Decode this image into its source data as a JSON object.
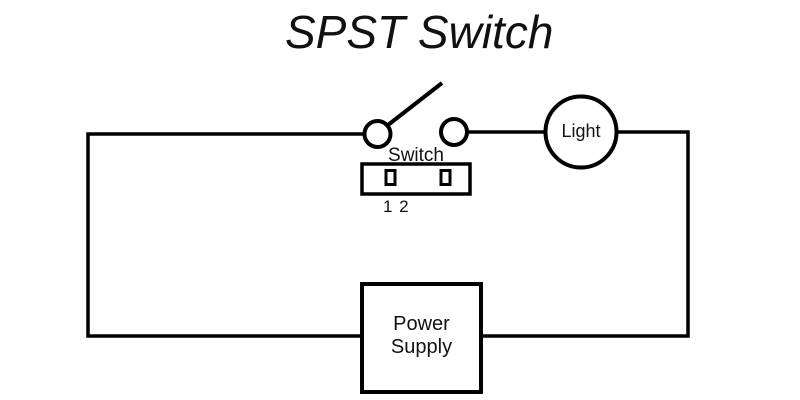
{
  "diagram": {
    "title": "SPST Switch",
    "switch": {
      "label": "Switch",
      "terminal_numbers": "1 2"
    },
    "light": {
      "label": "Light"
    },
    "power_supply": {
      "label_line1": "Power",
      "label_line2": "Supply"
    }
  },
  "colors": {
    "line": "#000000",
    "background": "#ffffff",
    "text": "#111111"
  }
}
